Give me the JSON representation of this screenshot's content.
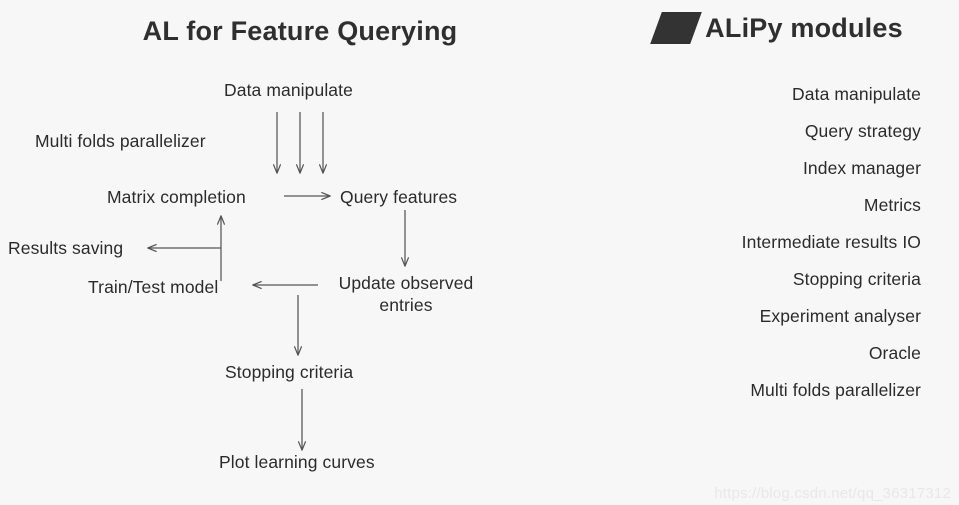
{
  "background_color": "#f7f7f7",
  "text_color": "#2b2b2b",
  "heading_color": "#2f2f2f",
  "arrow_color": "#555555",
  "left_panel": {
    "title": "AL for Feature Querying",
    "nodes": {
      "data_manipulate": "Data manipulate",
      "multi_folds_parallelizer": "Multi folds parallelizer",
      "matrix_completion": "Matrix completion",
      "query_features": "Query features",
      "results_saving": "Results saving",
      "train_test_model": "Train/Test model",
      "update_observed_entries": "Update observed entries",
      "stopping_criteria": "Stopping criteria",
      "plot_learning_curves": "Plot learning curves"
    }
  },
  "right_panel": {
    "title": "ALiPy modules",
    "logo": "parallelogram-logo",
    "items": [
      "Data manipulate",
      "Query strategy",
      "Index manager",
      "Metrics",
      "Intermediate results IO",
      "Stopping criteria",
      "Experiment analyser",
      "Oracle",
      "Multi folds parallelizer"
    ]
  },
  "watermark": "https://blog.csdn.net/qq_36317312"
}
